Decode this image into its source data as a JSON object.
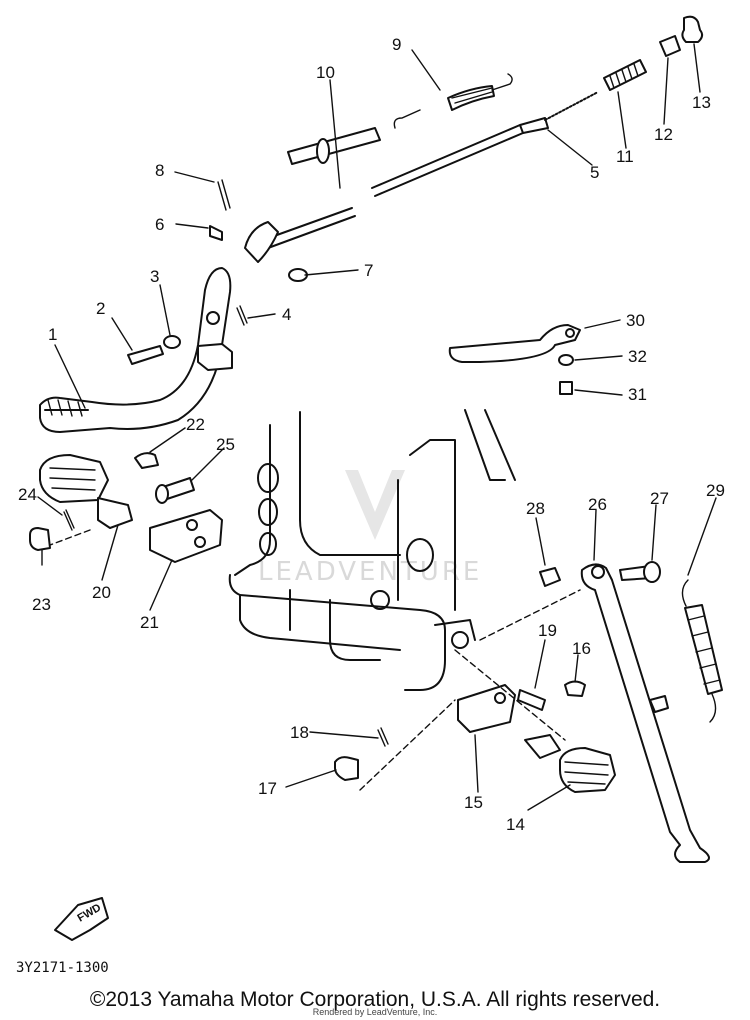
{
  "diagram": {
    "watermark": "LEADVENTURE",
    "drawing_code": "3Y2171-1300",
    "fwd_label": "FWD",
    "callouts": [
      {
        "id": "c1",
        "text": "1"
      },
      {
        "id": "c2",
        "text": "2"
      },
      {
        "id": "c3",
        "text": "3"
      },
      {
        "id": "c4",
        "text": "4"
      },
      {
        "id": "c5",
        "text": "5"
      },
      {
        "id": "c6",
        "text": "6"
      },
      {
        "id": "c7",
        "text": "7"
      },
      {
        "id": "c8",
        "text": "8"
      },
      {
        "id": "c9",
        "text": "9"
      },
      {
        "id": "c10",
        "text": "10"
      },
      {
        "id": "c11",
        "text": "11"
      },
      {
        "id": "c12",
        "text": "12"
      },
      {
        "id": "c13",
        "text": "13"
      },
      {
        "id": "c14",
        "text": "14"
      },
      {
        "id": "c15",
        "text": "15"
      },
      {
        "id": "c16",
        "text": "16"
      },
      {
        "id": "c17",
        "text": "17"
      },
      {
        "id": "c18",
        "text": "18"
      },
      {
        "id": "c19",
        "text": "19"
      },
      {
        "id": "c20",
        "text": "20"
      },
      {
        "id": "c21",
        "text": "21"
      },
      {
        "id": "c22",
        "text": "22"
      },
      {
        "id": "c23",
        "text": "23"
      },
      {
        "id": "c24",
        "text": "24"
      },
      {
        "id": "c25",
        "text": "25"
      },
      {
        "id": "c26",
        "text": "26"
      },
      {
        "id": "c27",
        "text": "27"
      },
      {
        "id": "c28",
        "text": "28"
      },
      {
        "id": "c29",
        "text": "29"
      },
      {
        "id": "c30",
        "text": "30"
      },
      {
        "id": "c31",
        "text": "31"
      },
      {
        "id": "c32",
        "text": "32"
      }
    ]
  },
  "footer": {
    "copyright": "©2013 Yamaha Motor Corporation, U.S.A. All rights reserved.",
    "rendered_by": "Rendered by LeadVenture, Inc."
  }
}
